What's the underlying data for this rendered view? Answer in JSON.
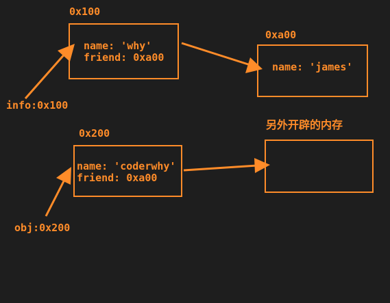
{
  "colors": {
    "background": "#1e1e1e",
    "accent": "#ff8c29"
  },
  "memory": [
    {
      "address": "0x100",
      "lines": [
        "name: 'why'",
        "friend: 0xa00"
      ]
    },
    {
      "address": "0xa00",
      "lines": [
        "name: 'james'"
      ]
    },
    {
      "address": "0x200",
      "lines": [
        "name: 'coderwhy'",
        "friend: 0xa00"
      ]
    },
    {
      "address": "另外开辟的内存",
      "lines": []
    }
  ],
  "variables": [
    {
      "label": "info:0x100"
    },
    {
      "label": "obj:0x200"
    }
  ]
}
